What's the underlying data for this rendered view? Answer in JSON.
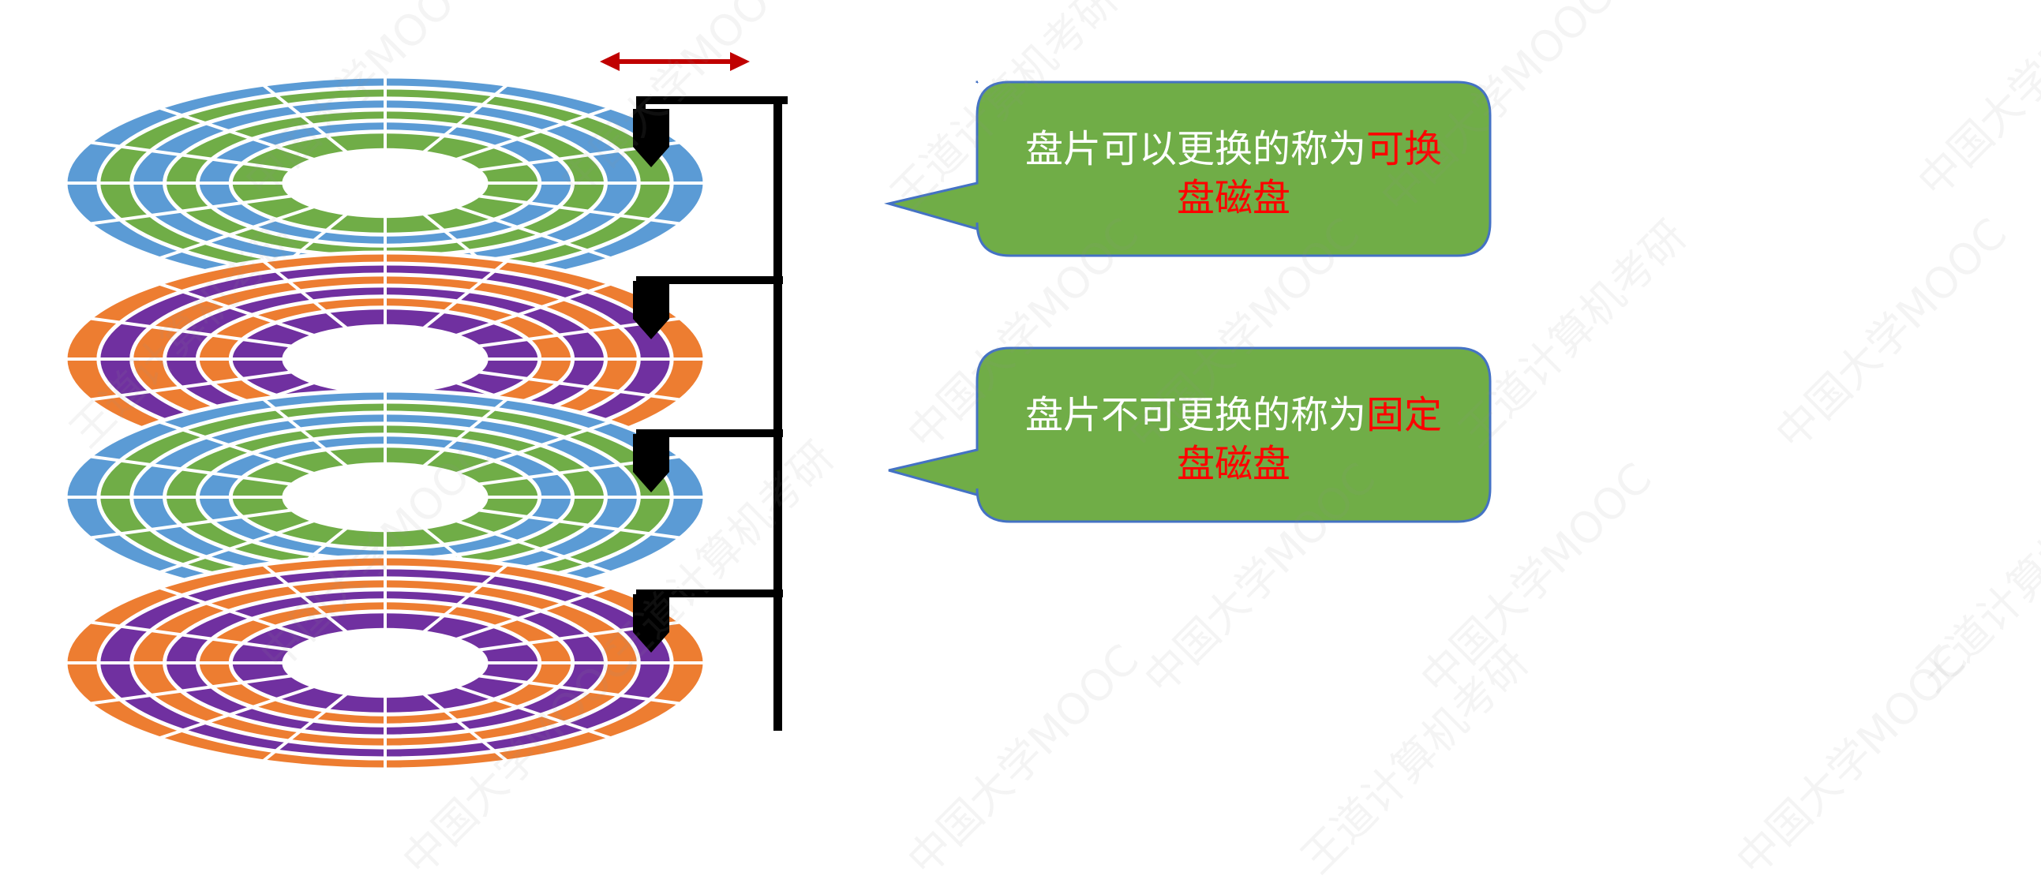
{
  "platters": [
    {
      "outer": "#5b9bd5",
      "inner": "#70ad47"
    },
    {
      "outer": "#ed7d31",
      "inner": "#7030a0"
    },
    {
      "outer": "#5b9bd5",
      "inner": "#70ad47"
    },
    {
      "outer": "#ed7d31",
      "inner": "#7030a0"
    }
  ],
  "colors": {
    "callout_fill": "#70ad47",
    "callout_border": "#4472c4",
    "arrow_red": "#c00000",
    "arm_black": "#000000",
    "highlight": "#ff0000"
  },
  "callouts": [
    {
      "text_normal_1": "盘片可以更换的称为",
      "text_highlight_1": "可换",
      "text_highlight_2": "盘磁盘"
    },
    {
      "text_normal_1": "盘片不可更换的称为",
      "text_highlight_1": "固定",
      "text_highlight_2": "盘磁盘"
    }
  ],
  "watermark": {
    "mooc": "中国大学MOOC",
    "wangdao": "王道计算机考研"
  }
}
